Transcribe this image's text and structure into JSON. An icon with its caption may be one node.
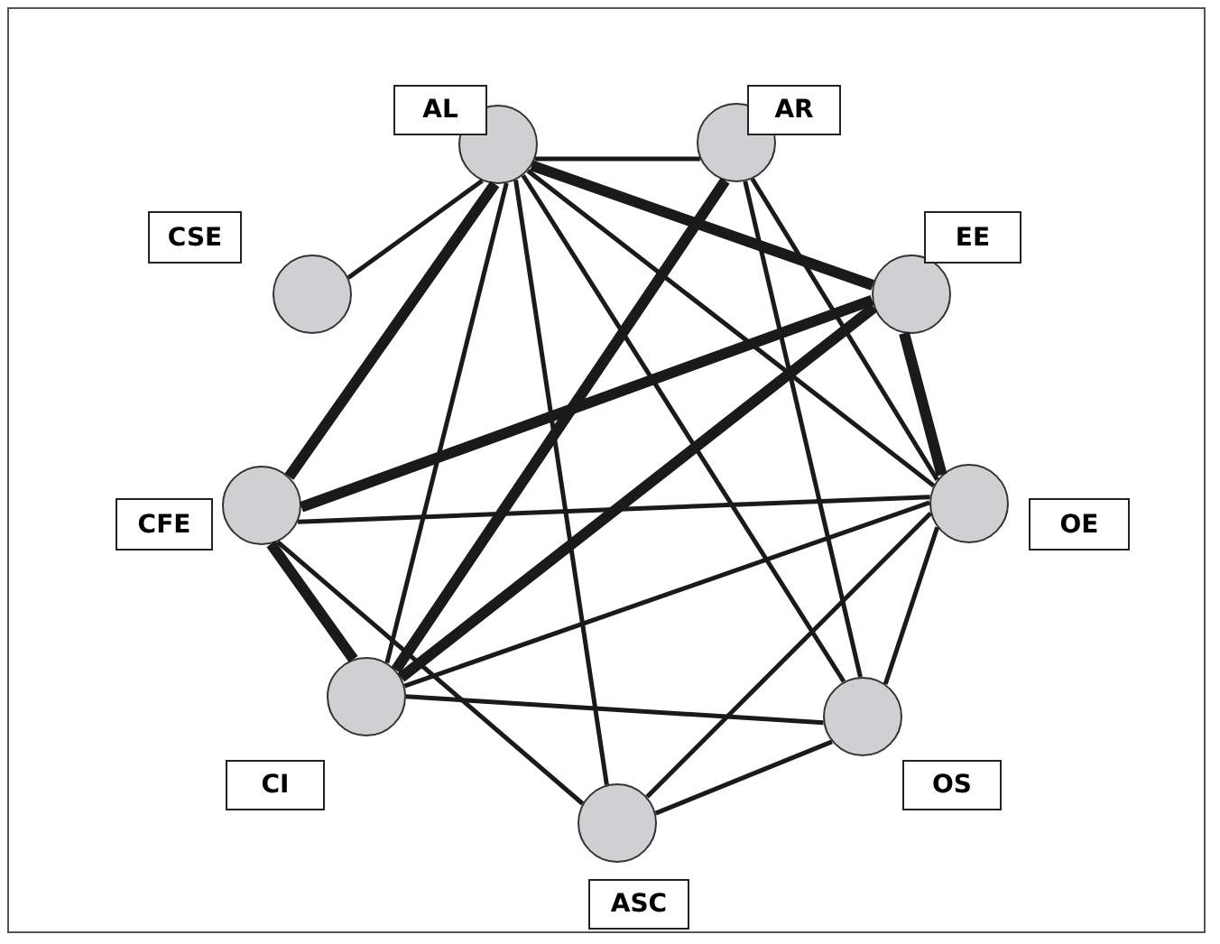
{
  "diagram": {
    "nodes": [
      {
        "text": [],
        "shape": "circle",
        "beside": [
          "AL"
        ]
      },
      {
        "text": [],
        "shape": "circle",
        "beside": [
          "AR"
        ]
      },
      {
        "text": [],
        "shape": "circle",
        "beside": [
          "CSE"
        ]
      },
      {
        "text": [],
        "shape": "circle",
        "beside": [
          "EE"
        ]
      },
      {
        "text": [],
        "shape": "circle",
        "beside": [
          "CFE"
        ]
      },
      {
        "text": [],
        "shape": "circle",
        "beside": [
          "OE"
        ]
      },
      {
        "text": [],
        "shape": "circle",
        "beside": [
          "CI"
        ]
      },
      {
        "text": [],
        "shape": "circle",
        "beside": [
          "OS"
        ]
      },
      {
        "text": [],
        "shape": "circle",
        "beside": [
          "ASC"
        ]
      }
    ],
    "edges": [
      {
        "from": 0,
        "to": 1,
        "arrow": "none"
      },
      {
        "from": 0,
        "to": 3,
        "arrow": "none",
        "style": "thick"
      },
      {
        "from": 0,
        "to": 2,
        "arrow": "none"
      },
      {
        "from": 0,
        "to": 4,
        "arrow": "none",
        "style": "thick"
      },
      {
        "from": 0,
        "to": 6,
        "arrow": "none"
      },
      {
        "from": 0,
        "to": 8,
        "arrow": "none"
      },
      {
        "from": 0,
        "to": 7,
        "arrow": "none"
      },
      {
        "from": 0,
        "to": 5,
        "arrow": "none"
      },
      {
        "from": 1,
        "to": 6,
        "arrow": "none",
        "style": "thick"
      },
      {
        "from": 1,
        "to": 5,
        "arrow": "none"
      },
      {
        "from": 1,
        "to": 7,
        "arrow": "none"
      },
      {
        "from": 3,
        "to": 4,
        "arrow": "none",
        "style": "thick"
      },
      {
        "from": 3,
        "to": 6,
        "arrow": "none",
        "style": "thick"
      },
      {
        "from": 3,
        "to": 5,
        "arrow": "none",
        "style": "thick"
      },
      {
        "from": 5,
        "to": 4,
        "arrow": "none"
      },
      {
        "from": 5,
        "to": 6,
        "arrow": "none"
      },
      {
        "from": 5,
        "to": 8,
        "arrow": "none"
      },
      {
        "from": 5,
        "to": 7,
        "arrow": "none"
      },
      {
        "from": 7,
        "to": 6,
        "arrow": "none"
      },
      {
        "from": 7,
        "to": 8,
        "arrow": "none"
      },
      {
        "from": 4,
        "to": 6,
        "arrow": "none",
        "style": "thick"
      },
      {
        "from": 4,
        "to": 8,
        "arrow": "none"
      }
    ]
  }
}
